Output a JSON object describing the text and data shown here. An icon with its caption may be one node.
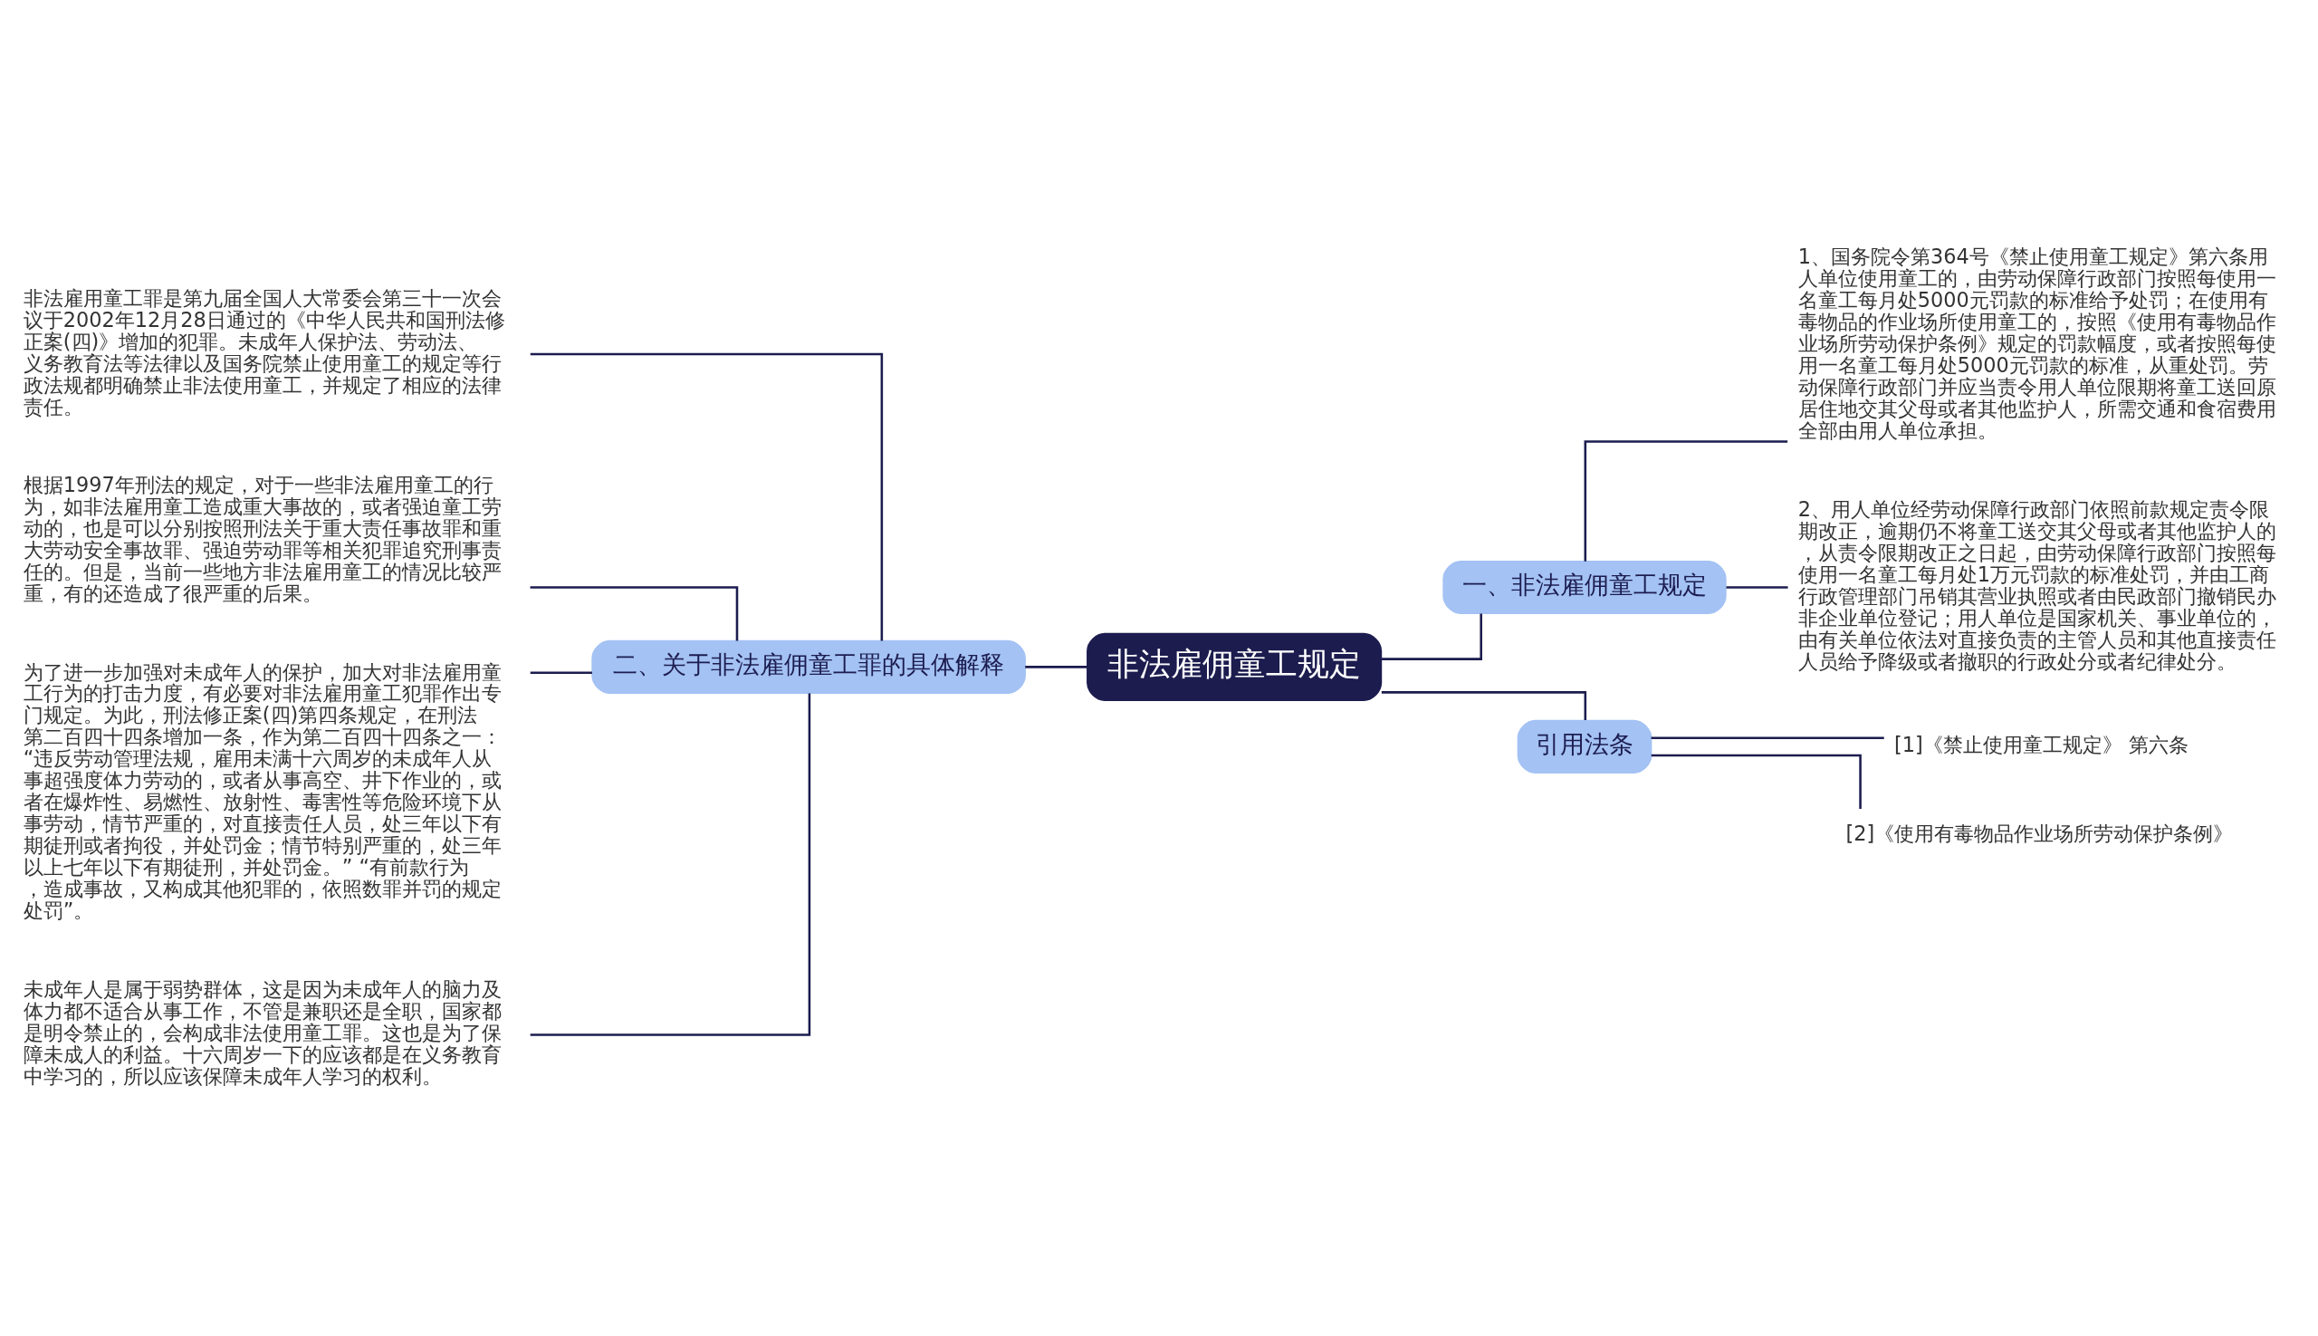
{
  "diagram": {
    "nodes": [
      {
        "text": [
          "非法雇佣童工规定"
        ]
      },
      {
        "text": [
          "一、非法雇佣童工规定"
        ]
      },
      {
        "text": [
          "1、国务院令第364号《禁止使用童工规定》第六条用人单位使用童工的，由劳动保障行政部门按照每使用一名童工每月处5000元罚款的标准给予处罚；在使用有毒物品的作业场所使用童工的，按照《使用有毒物品作业场所劳动保护条例》规定的罚款幅度，或者按照每使用一名童工每月处5000元罚款的标准，从重处罚。劳动保障行政部门并应当责令用人单位限期将童工送回原居住地交其父母或者其他监护人，所需交通和食宿费用全部由用人单位承担。"
        ]
      },
      {
        "text": [
          "2、用人单位经劳动保障行政部门依照前款规定责令限期改正，逾期仍不将童工送交其父母或者其他监护人的，从责令限期改正之日起，由劳动保障行政部门按照每使用一名童工每月处1万元罚款的标准处罚，并由工商行政管理部门吊销其营业执照或者由民政部门撤销民办非企业单位登记；用人单位是国家机关、事业单位的，由有关单位依法对直接负责的主管人员和其他直接责任人员给予降级或者撤职的行政处分或者纪律处分。"
        ]
      },
      {
        "text": [
          "引用法条"
        ]
      },
      {
        "text": [
          "[1]《禁止使用童工规定》 第六条"
        ]
      },
      {
        "text": [
          "[2]《使用有毒物品作业场所劳动保护条例》"
        ]
      },
      {
        "text": [
          "二、关于非法雇佣童工罪的具体解释"
        ]
      },
      {
        "text": [
          "非法雇用童工罪是第九届全国人大常委会第三十一次会议于2002年12月28日通过的《中华人民共和国刑法修正案(四)》增加的犯罪。未成年人保护法、劳动法、义务教育法等法律以及国务院禁止使用童工的规定等行政法规都明确禁止非法使用童工，并规定了相应的法律责任。"
        ]
      },
      {
        "text": [
          "根据1997年刑法的规定，对于一些非法雇用童工的行为，如非法雇用童工造成重大事故的，或者强迫童工劳动的，也是可以分别按照刑法关于重大责任事故罪和重大劳动安全事故罪、强迫劳动罪等相关犯罪追究刑事责任的。但是，当前一些地方非法雇用童工的情况比较严重，有的还造成了很严重的后果。"
        ]
      },
      {
        "text": [
          "为了进一步加强对未成年人的保护，加大对非法雇用童工行为的打击力度，有必要对非法雇用童工犯罪作出专门规定。为此，刑法修正案(四)第四条规定，在刑法第二百四十四条增加一条，作为第二百四十四条之一：“违反劳动管理法规，雇用未满十六周岁的未成年人从事超强度体力劳动的，或者从事高空、井下作业的，或者在爆炸性、易燃性、放射性、毒害性等危险环境下从事劳动，情节严重的，对直接责任人员，处三年以下有期徒刑或者拘役，并处罚金；情节特别严重的，处三年以上七年以下有期徒刑，并处罚金。” “有前款行为，造成事故，又构成其他犯罪的，依照数罪并罚的规定处罚”。"
        ]
      },
      {
        "text": [
          "未成年人是属于弱势群体，这是因为未成年人的脑力及体力都不适合从事工作，不管是兼职还是全职，国家都是明令禁止的，会构成非法使用童工罪。这也是为了保障未成人的利益。十六周岁一下的应该都是在义务教育中学习的，所以应该保障未成年人学习的权利。"
        ]
      }
    ],
    "edges": [
      {
        "from": 8,
        "to": 7,
        "arrow": "none"
      },
      {
        "from": 9,
        "to": 7,
        "arrow": "none"
      },
      {
        "from": 10,
        "to": 7,
        "arrow": "none"
      },
      {
        "from": 11,
        "to": 7,
        "arrow": "none"
      },
      {
        "from": 7,
        "to": 0,
        "arrow": "none"
      },
      {
        "from": 0,
        "to": 1,
        "arrow": "none"
      },
      {
        "from": 1,
        "to": 2,
        "arrow": "none"
      },
      {
        "from": 1,
        "to": 3,
        "arrow": "none"
      },
      {
        "from": 0,
        "to": 4,
        "arrow": "none"
      },
      {
        "from": 4,
        "to": 5,
        "arrow": "none"
      },
      {
        "from": 4,
        "to": 6,
        "arrow": "none"
      }
    ]
  }
}
